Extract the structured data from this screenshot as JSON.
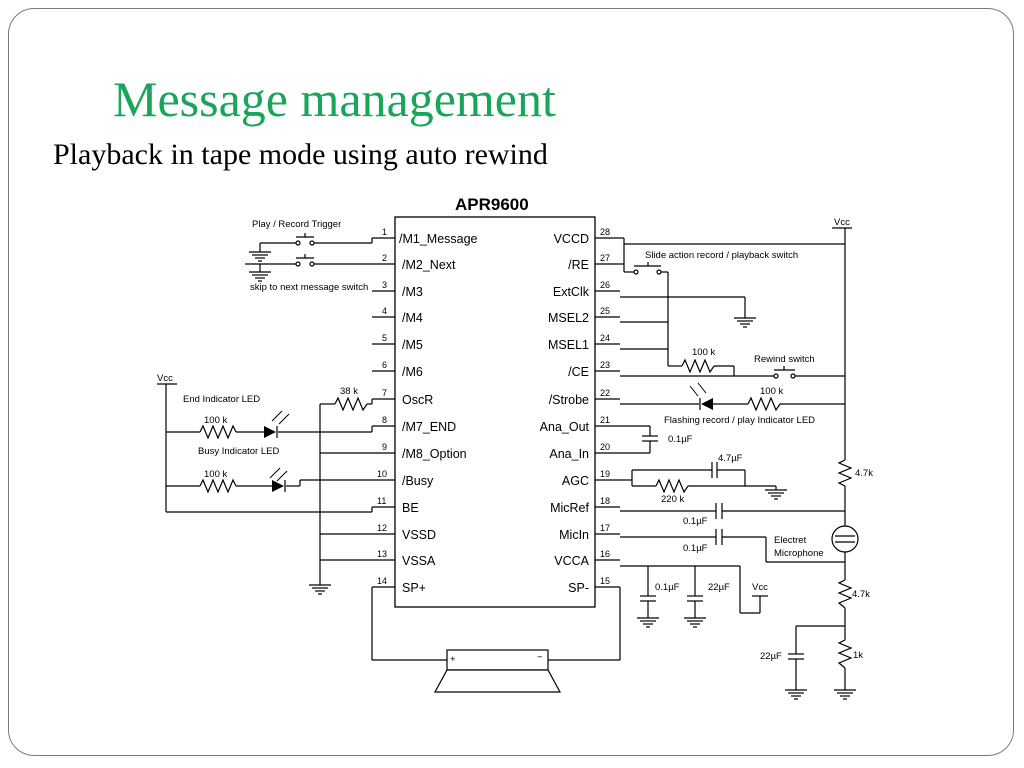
{
  "slide": {
    "title": "Message management",
    "subtitle": "Playback in tape mode using auto rewind"
  },
  "chip": {
    "name": "APR9600",
    "left_pins": [
      {
        "num": "1",
        "label": "/M1_Message"
      },
      {
        "num": "2",
        "label": "/M2_Next"
      },
      {
        "num": "3",
        "label": "/M3"
      },
      {
        "num": "4",
        "label": "/M4"
      },
      {
        "num": "5",
        "label": "/M5"
      },
      {
        "num": "6",
        "label": "/M6"
      },
      {
        "num": "7",
        "label": "OscR"
      },
      {
        "num": "8",
        "label": "/M7_END"
      },
      {
        "num": "9",
        "label": "/M8_Option"
      },
      {
        "num": "10",
        "label": "/Busy"
      },
      {
        "num": "11",
        "label": "BE"
      },
      {
        "num": "12",
        "label": "VSSD"
      },
      {
        "num": "13",
        "label": "VSSA"
      },
      {
        "num": "14",
        "label": "SP+"
      }
    ],
    "right_pins": [
      {
        "num": "28",
        "label": "VCCD"
      },
      {
        "num": "27",
        "label": "/RE"
      },
      {
        "num": "26",
        "label": "ExtClk"
      },
      {
        "num": "25",
        "label": "MSEL2"
      },
      {
        "num": "24",
        "label": "MSEL1"
      },
      {
        "num": "23",
        "label": "/CE"
      },
      {
        "num": "22",
        "label": "/Strobe"
      },
      {
        "num": "21",
        "label": "Ana_Out"
      },
      {
        "num": "20",
        "label": "Ana_In"
      },
      {
        "num": "19",
        "label": "AGC"
      },
      {
        "num": "18",
        "label": "MicRef"
      },
      {
        "num": "17",
        "label": "MicIn"
      },
      {
        "num": "16",
        "label": "VCCA"
      },
      {
        "num": "15",
        "label": "SP-"
      }
    ]
  },
  "labels": {
    "play_record_trigger": "Play / Record Trigger",
    "skip_switch": "skip to next message switch",
    "vcc_left": "Vcc",
    "end_led": "End Indicator LED",
    "busy_led": "Busy Indicator LED",
    "r_38k": "38 k",
    "r_100k_end": "100 k",
    "r_100k_busy": "100 k",
    "vcc_top": "Vcc",
    "slide_switch": "Slide action record / playback switch",
    "r_100k_ce": "100 k",
    "rewind_switch": "Rewind switch",
    "r_100k_strobe": "100 k",
    "flash_led": "Flashing record / play Indicator LED",
    "c_anaout": "0.1µF",
    "c_agc": "4.7µF",
    "r_agc": "220 k",
    "c_micref": "0.1µF",
    "c_micin": "0.1µF",
    "mic": "Electret",
    "mic2": "Microphone",
    "c_vcca_1": "0.1µF",
    "c_vcca_2": "22µF",
    "vcc_bottom": "Vcc",
    "r_47k_top": "4.7k",
    "r_47k_bottom": "4.7k",
    "c_22u": "22µF",
    "r_1k": "1k",
    "spk_plus": "+",
    "spk_minus": "−"
  }
}
